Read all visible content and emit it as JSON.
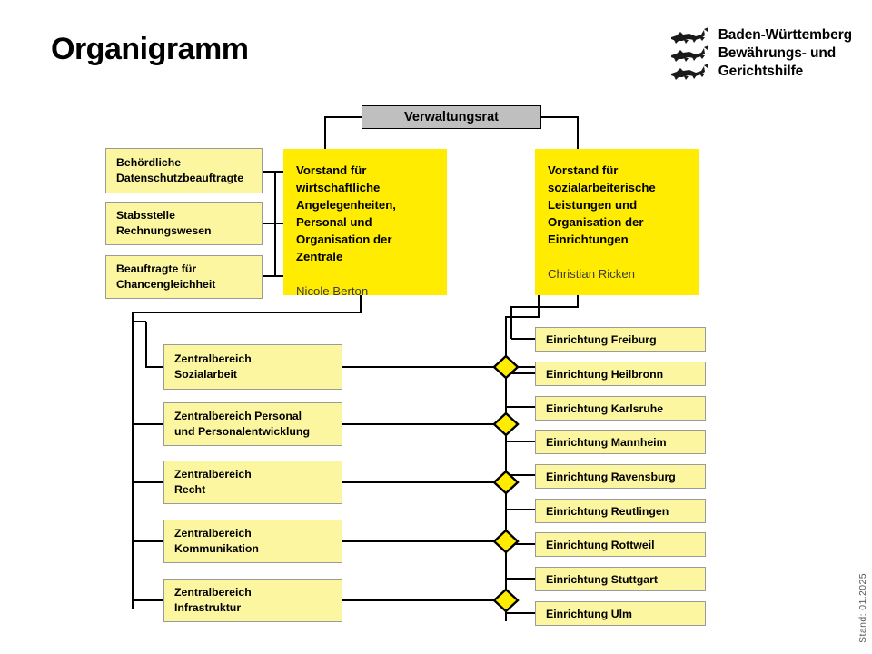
{
  "header": {
    "title": "Organigramm",
    "logo": {
      "icon": "three-lions-crest-icon",
      "line1": "Baden-Württemberg",
      "line2": "Bewährungs- und",
      "line3": "Gerichtshilfe"
    }
  },
  "council": {
    "label": "Verwaltungsrat"
  },
  "board": [
    {
      "label": "Vorstand für wirtschaftliche Angelegenheiten, Personal und Organisation der Zentrale",
      "person": "Nicole Berton"
    },
    {
      "label": "Vorstand für sozialarbeiterische Leistungen und Organisation der Einrichtungen",
      "person": "Christian Ricken"
    }
  ],
  "staff_units": [
    {
      "label": "Behördliche\nDatenschutzbeauftragte"
    },
    {
      "label": "Stabsstelle\nRechnungswesen"
    },
    {
      "label": "Beauftragte für\nChancengleichheit"
    }
  ],
  "central_departments": [
    {
      "label": "Zentralbereich\nSozialarbeit"
    },
    {
      "label": "Zentralbereich Personal\nund Personalentwicklung"
    },
    {
      "label": "Zentralbereich\nRecht"
    },
    {
      "label": "Zentralbereich\nKommunikation"
    },
    {
      "label": "Zentralbereich\nInfrastruktur"
    }
  ],
  "facilities": [
    {
      "label": "Einrichtung Freiburg"
    },
    {
      "label": "Einrichtung Heilbronn"
    },
    {
      "label": "Einrichtung Karlsruhe"
    },
    {
      "label": "Einrichtung Mannheim"
    },
    {
      "label": "Einrichtung Ravensburg"
    },
    {
      "label": "Einrichtung Reutlingen"
    },
    {
      "label": "Einrichtung Rottweil"
    },
    {
      "label": "Einrichtung Stuttgart"
    },
    {
      "label": "Einrichtung Ulm"
    }
  ],
  "junction_markers": {
    "icon": "diamond-junction-icon",
    "count": 5,
    "color": "#ffec00"
  },
  "footer": {
    "stand": "Stand: 01.2025"
  },
  "colors": {
    "board_yellow": "#ffec00",
    "pale_yellow": "#fcf6a0",
    "council_gray": "#bfbfbf",
    "line_black": "#000000",
    "border_gray": "#9a9a9a"
  }
}
